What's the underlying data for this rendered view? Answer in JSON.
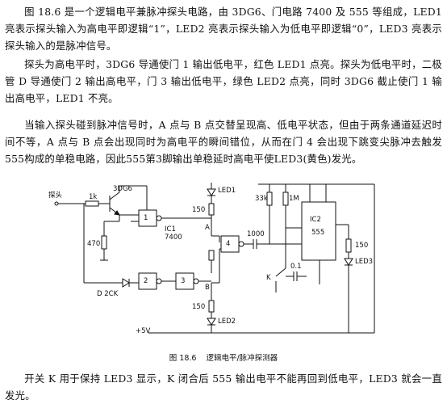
{
  "paragraphs": {
    "p1": "图 18.6 是一个逻辑电平兼脉冲探头电路，由 3DG6、门电路 7400 及 555 等组成，LED1 亮表示探头输入为高电平即逻辑“1”，LED2 亮表示探头输入为低电平即逻辑“0”，LED3 亮表示探头输入的是脉冲信号。",
    "p2": "探头为高电平时，3DG6 导通使门 1 输出低电平，红色 LED1 点亮。探头为低电平时，二极管 D 导通使门 2 输出高电平，门 3 输出低电平，绿色 LED2 点亮，同时 3DG6 截止使门 1 输出高电平，LED1 不亮。",
    "p3": "当输入探头碰到脉冲信号时，A 点与 B 点交替呈现高、低电平状态，但由于两条通道延迟时间不等，A 点与 B 点会出现同时为高电平的瞬间错位，从而在门 4 会出现下跳变尖脉冲去触发555构成的单稳电路，因此555第3脚输出单稳延时高电平使LED3(黄色)发光。",
    "p4": "开关 K 用于保持 LED3 显示，K 闭合后 555 输出电平不能再回到低电平，LED3 就会一直发光。"
  },
  "figure": {
    "caption_num": "图 18.6",
    "caption_text": "逻辑电平/脉冲探测器",
    "labels": {
      "probe": "探头",
      "r_1k": "1k",
      "q_name": "3DG6",
      "r_470": "470",
      "diode": "D 2CK",
      "ic1": "IC1",
      "ic1_part": "7400",
      "r_150_a": "150",
      "r_150_b": "150",
      "r_150_c": "150",
      "led1": "LED1",
      "led2": "LED2",
      "led3": "LED3",
      "node_a": "A",
      "node_b": "B",
      "cap_1000": "1000",
      "r_33k": "33k",
      "r_1m": "1M",
      "cap_01": "0.1",
      "switch": "K",
      "ic2": "IC2",
      "ic2_part": "555",
      "vcc": "+5V",
      "g1": "1",
      "g2": "2",
      "g3": "3",
      "g4": "4"
    }
  }
}
